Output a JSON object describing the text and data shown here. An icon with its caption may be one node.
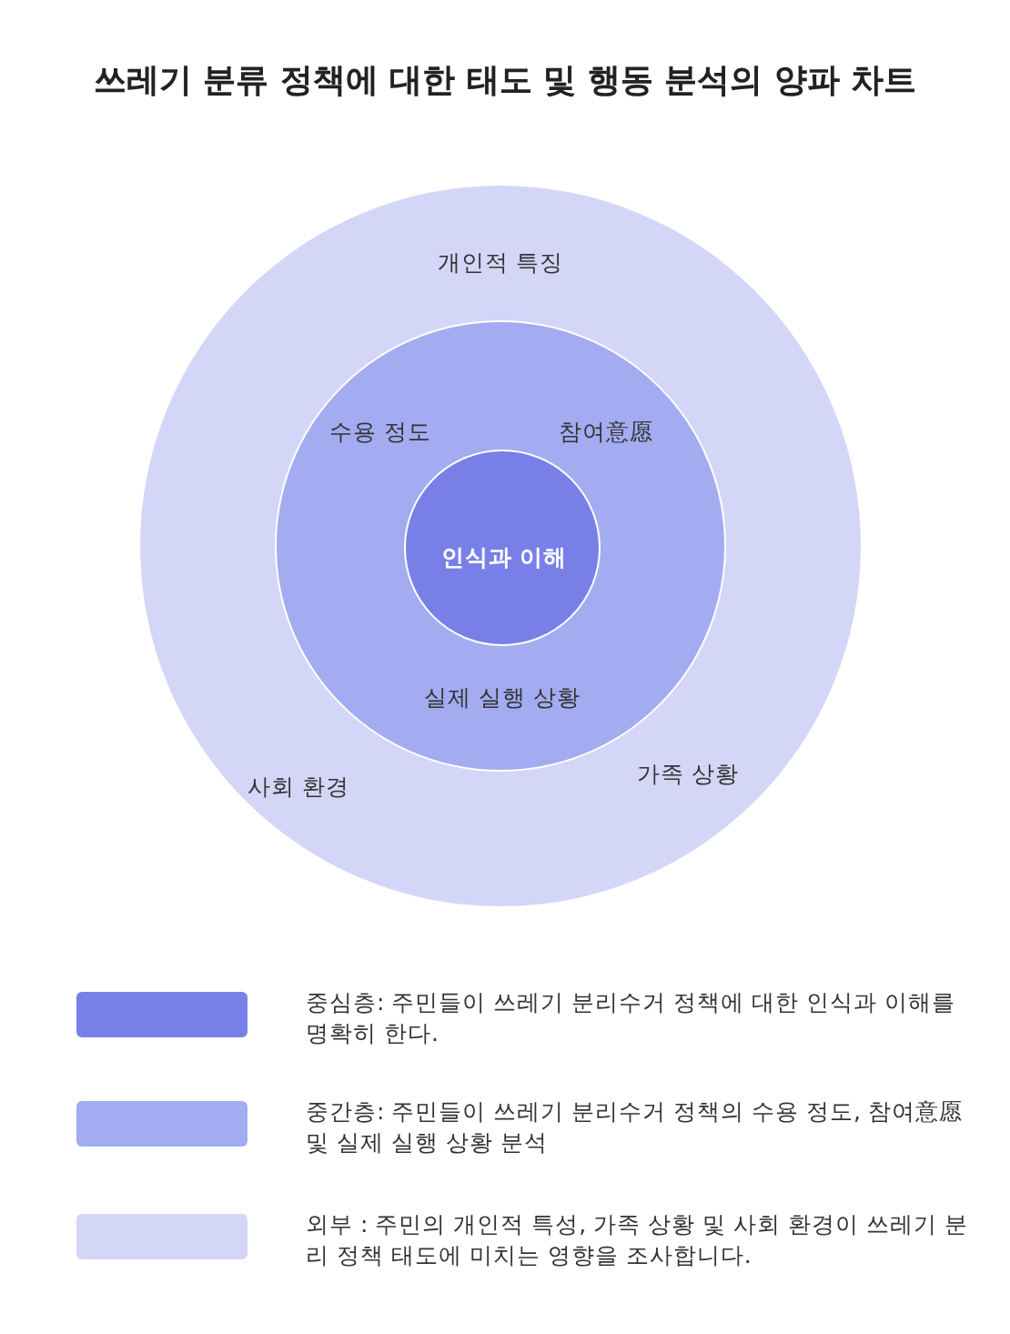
{
  "diagram": {
    "title": "쓰레기 분류 정책에 대한 태도 및 행동 분석의 양파 차트",
    "nodes": [
      {
        "text": [
          "개인적 특징",
          "사회 환경",
          "가족 상황"
        ]
      },
      {
        "text": [
          "수용 정도",
          "참여意愿",
          "실제 실행 상황"
        ],
        "in": 0
      },
      {
        "text": [
          "인식과 이해"
        ],
        "in": 1
      }
    ],
    "legend": [
      {
        "text": "중심층: 주민들이 쓰레기 분리수거 정책에 대한 인식과 이해를 명확히 한다.",
        "color": "#7880e8"
      },
      {
        "text": "중간층: 주민들이 쓰레기 분리수거 정책의 수용 정도, 참여意愿 및 실제 실행 상황 분석",
        "color": "#a3abf1"
      },
      {
        "text": "외부 : 주민의 개인적 특성, 가족 상황 및 사회 환경이 쓰레기 분리 정책 태도에 미치는 영향을 조사합니다.",
        "color": "#d3d6f7"
      }
    ]
  }
}
